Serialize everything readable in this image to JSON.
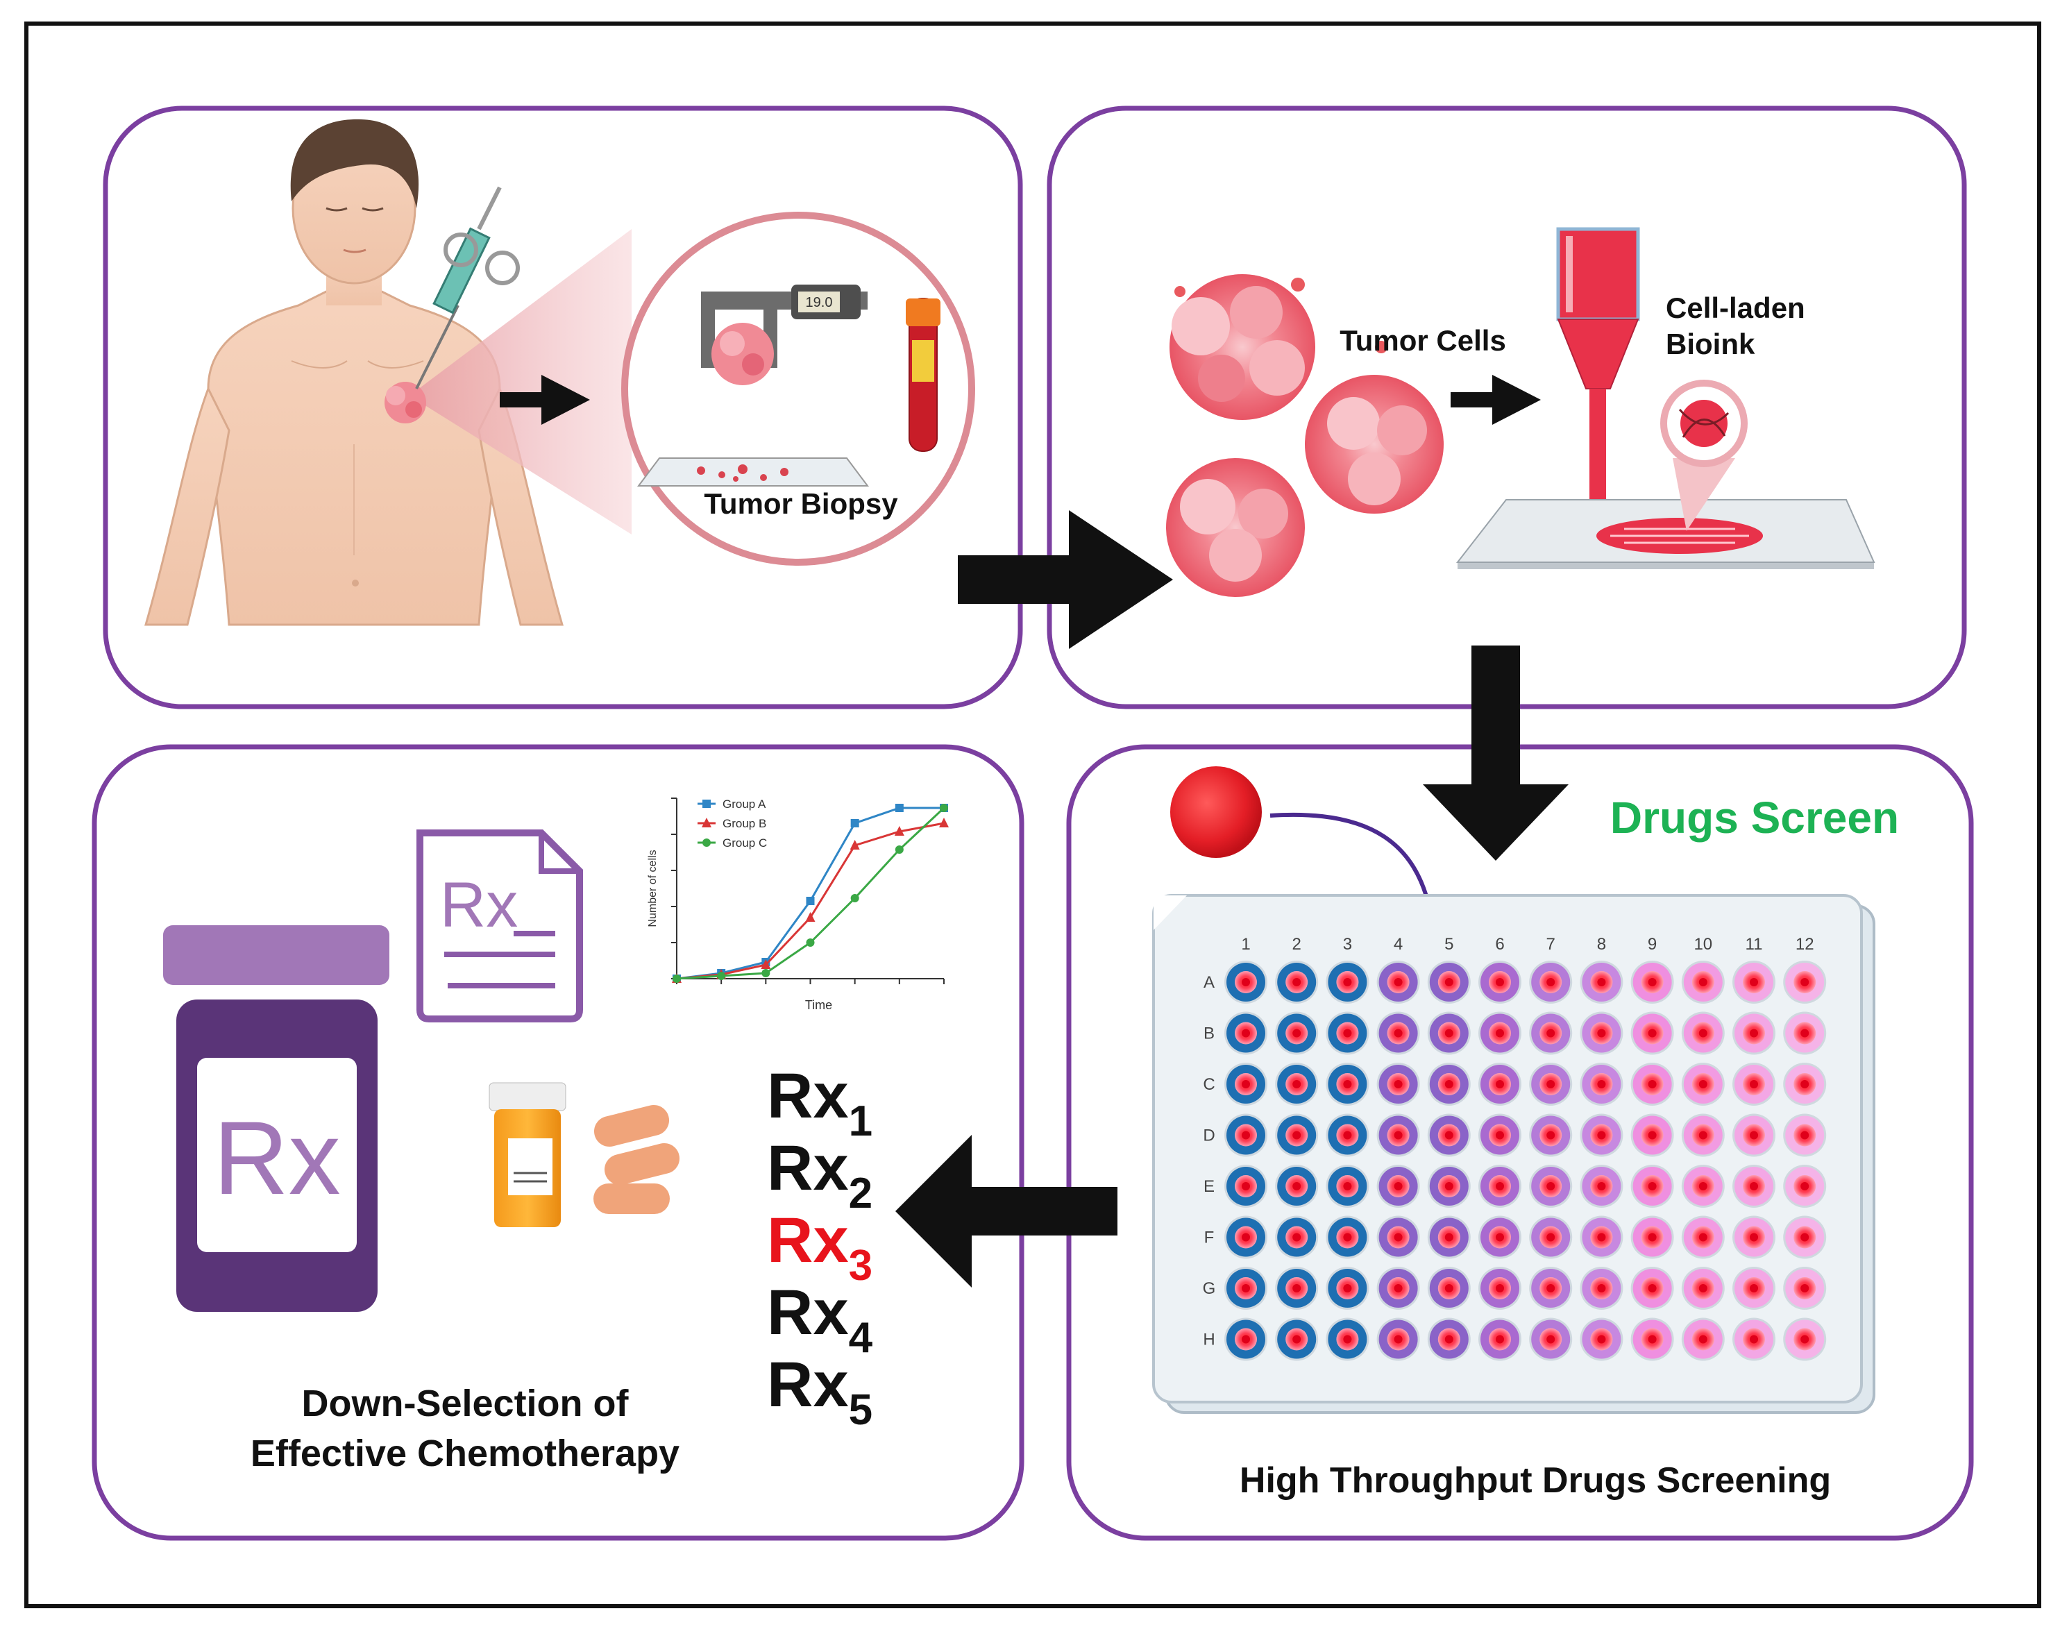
{
  "panels": {
    "biopsy": {
      "label": "Tumor Biopsy",
      "caliper_reading": "19.0"
    },
    "bioprint": {
      "tumor_cells_label": "Tumor Cells",
      "bioink_label_line1": "Cell-laden",
      "bioink_label_line2": "Bioink"
    },
    "screening": {
      "title": "Drugs Screen",
      "caption": "High Throughput Drugs Screening",
      "columns": [
        "1",
        "2",
        "3",
        "4",
        "5",
        "6",
        "7",
        "8",
        "9",
        "10",
        "11",
        "12"
      ],
      "rows": [
        "A",
        "B",
        "C",
        "D",
        "E",
        "F",
        "G",
        "H"
      ]
    },
    "selection": {
      "caption_line1": "Down-Selection of",
      "caption_line2": "Effective Chemotherapy",
      "rx_symbol": "Rx",
      "rx_list": [
        {
          "base": "Rx",
          "sub": "1",
          "color": "#111111"
        },
        {
          "base": "Rx",
          "sub": "2",
          "color": "#111111"
        },
        {
          "base": "Rx",
          "sub": "3",
          "color": "#e8141c"
        },
        {
          "base": "Rx",
          "sub": "4",
          "color": "#111111"
        },
        {
          "base": "Rx",
          "sub": "5",
          "color": "#111111"
        }
      ]
    }
  },
  "colors": {
    "panel_border": "#7b3fa0",
    "accent_green": "#1db254",
    "tumor_pink": "#f07a86",
    "bioink_red": "#e8324a",
    "rx_purple": "#5a3478",
    "rx_light": "#a177b7"
  },
  "chart_data": {
    "type": "line",
    "xlabel": "Time",
    "ylabel": "Number of cells",
    "series": [
      {
        "name": "Group A",
        "color": "#2f86c6",
        "marker": "square",
        "values": [
          0,
          0.4,
          1.2,
          5.6,
          11.2,
          12.3,
          12.3
        ]
      },
      {
        "name": "Group B",
        "color": "#d93636",
        "marker": "triangle",
        "values": [
          0,
          0.3,
          1.0,
          4.4,
          9.6,
          10.6,
          11.2
        ]
      },
      {
        "name": "Group C",
        "color": "#3aa845",
        "marker": "circle",
        "values": [
          0,
          0.2,
          0.4,
          2.6,
          5.8,
          9.3,
          12.3
        ]
      }
    ],
    "x": [
      0,
      1,
      2,
      3,
      4,
      5,
      6
    ],
    "ylim": [
      0,
      13
    ],
    "legend": "top-left",
    "grid": false
  }
}
